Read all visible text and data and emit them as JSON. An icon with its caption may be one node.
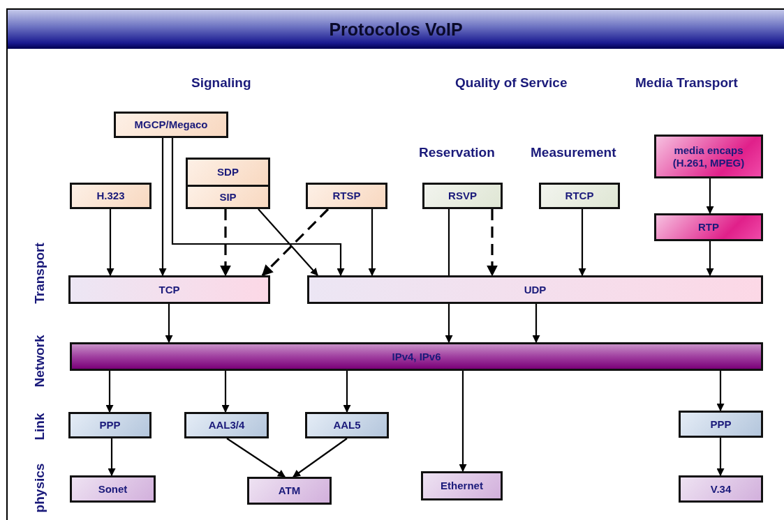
{
  "diagram": {
    "title": "Protocolos VoIP",
    "nodes": [
      {
        "text": [
          "MGCP/Megaco"
        ]
      },
      {
        "text": [
          "SDP"
        ]
      },
      {
        "text": [
          "H.323"
        ]
      },
      {
        "text": [
          "SIP"
        ]
      },
      {
        "text": [
          "RTSP"
        ]
      },
      {
        "text": [
          "RSVP"
        ]
      },
      {
        "text": [
          "RTCP"
        ]
      },
      {
        "text": [
          "media encaps (H.261, MPEG)"
        ]
      },
      {
        "text": [
          "RTP"
        ]
      },
      {
        "text": [
          "TCP"
        ]
      },
      {
        "text": [
          "UDP"
        ]
      },
      {
        "text": [
          "IPv4, IPv6"
        ]
      },
      {
        "text": [
          "PPP"
        ]
      },
      {
        "text": [
          "AAL3/4"
        ]
      },
      {
        "text": [
          "AAL5"
        ]
      },
      {
        "text": [
          "PPP"
        ]
      },
      {
        "text": [
          "Sonet"
        ]
      },
      {
        "text": [
          "ATM"
        ]
      },
      {
        "text": [
          "Ethernet"
        ]
      },
      {
        "text": [
          "V.34"
        ]
      }
    ],
    "edges": [
      {
        "from": 0,
        "to": 9,
        "arrow": "to"
      },
      {
        "from": 0,
        "to": 10,
        "arrow": "to"
      },
      {
        "from": 2,
        "to": 9,
        "arrow": "to"
      },
      {
        "from": 3,
        "to": 9,
        "arrow": "to",
        "style": "dashed"
      },
      {
        "from": 3,
        "to": 10,
        "arrow": "to"
      },
      {
        "from": 4,
        "to": 9,
        "arrow": "to",
        "style": "dashed"
      },
      {
        "from": 4,
        "to": 10,
        "arrow": "to"
      },
      {
        "from": 5,
        "to": 10,
        "arrow": "none"
      },
      {
        "from": 5,
        "to": 10,
        "arrow": "to",
        "style": "dashed"
      },
      {
        "from": 6,
        "to": 10,
        "arrow": "to"
      },
      {
        "from": 7,
        "to": 8,
        "arrow": "to"
      },
      {
        "from": 8,
        "to": 10,
        "arrow": "to"
      },
      {
        "from": 9,
        "to": 11,
        "arrow": "to"
      },
      {
        "from": 10,
        "to": 11,
        "arrow": "to"
      },
      {
        "from": 10,
        "to": 11,
        "arrow": "to"
      },
      {
        "from": 11,
        "to": 12,
        "arrow": "to"
      },
      {
        "from": 11,
        "to": 13,
        "arrow": "to"
      },
      {
        "from": 11,
        "to": 14,
        "arrow": "to"
      },
      {
        "from": 11,
        "to": 18,
        "arrow": "to"
      },
      {
        "from": 11,
        "to": 15,
        "arrow": "to"
      },
      {
        "from": 12,
        "to": 16,
        "arrow": "to"
      },
      {
        "from": 13,
        "to": 17,
        "arrow": "to"
      },
      {
        "from": 14,
        "to": 17,
        "arrow": "to"
      },
      {
        "from": 15,
        "to": 19,
        "arrow": "to"
      }
    ],
    "labels": [
      "Signaling",
      "Quality of Service",
      "Media Transport",
      "Reservation",
      "Measurement",
      "Transport",
      "Network",
      "Link",
      "physics"
    ]
  }
}
